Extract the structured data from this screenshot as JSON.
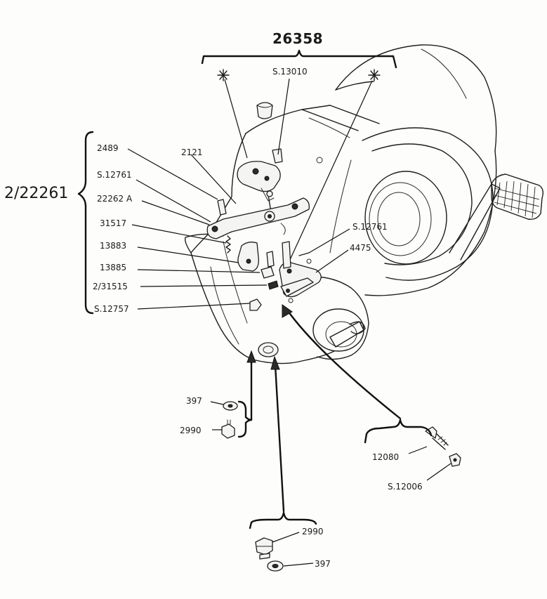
{
  "diagram": {
    "assembly_top": "26358",
    "assembly_left": "2/22261",
    "labels": {
      "s13010": "S.13010",
      "p2489": "2489",
      "s12761_left": "S.12761",
      "p22262a": "22262 A",
      "p31517": "31517",
      "p13883": "13883",
      "p13885": "13885",
      "p2_31515": "2/31515",
      "s12757": "S.12757",
      "p2121": "2121",
      "s12761_right": "S.12761",
      "p4475": "4475",
      "p397_mid": "397",
      "p2990_mid": "2990",
      "p12080": "12080",
      "s12006": "S.12006",
      "p2990_bottom": "2990",
      "p397_bottom": "397"
    }
  }
}
